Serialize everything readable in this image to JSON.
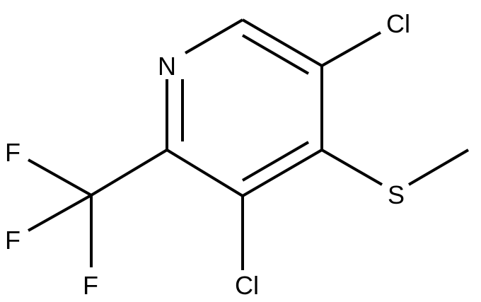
{
  "molecule": {
    "atoms": {
      "n": "N",
      "cl_top": "Cl",
      "cl_bottom": "Cl",
      "s": "S",
      "f1": "F",
      "f2": "F",
      "f3": "F"
    },
    "bond_color": "#000000",
    "label_color": "#000000"
  }
}
